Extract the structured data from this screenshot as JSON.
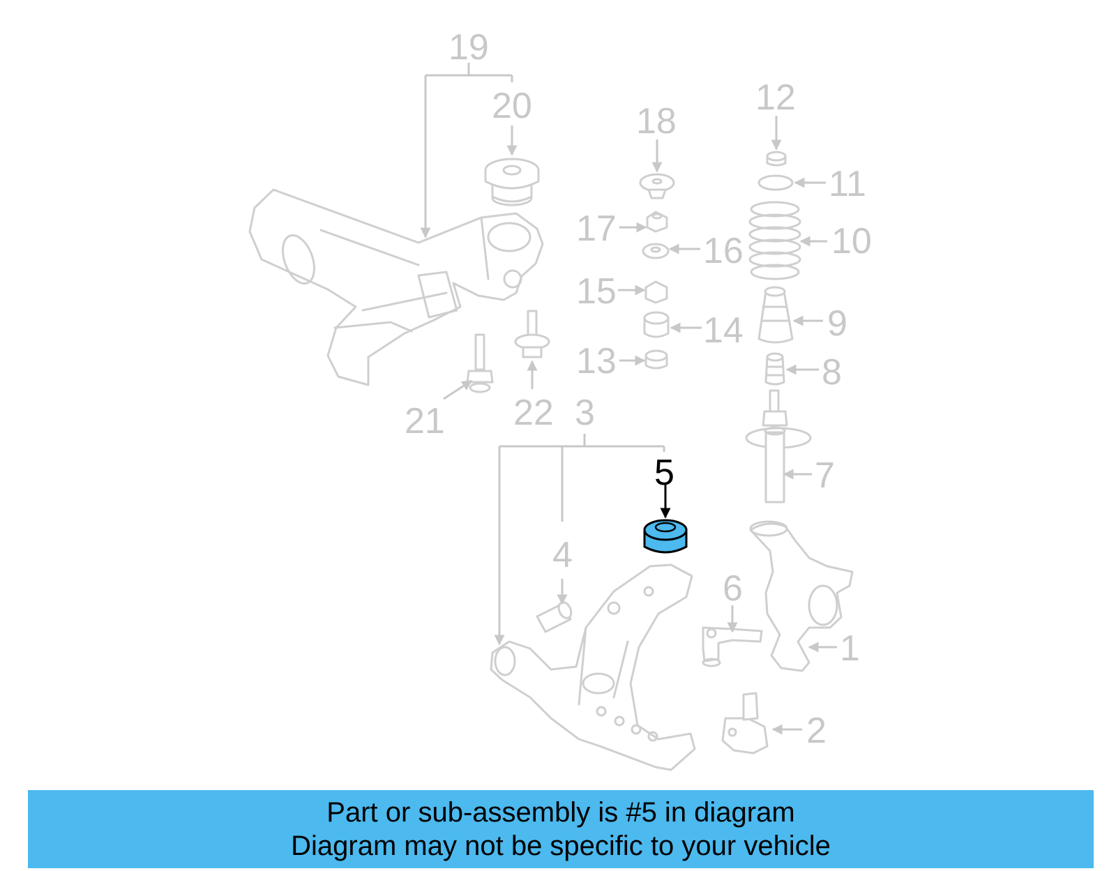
{
  "diagram": {
    "highlighted_part": "5",
    "highlight_color": "#4cb9ef",
    "label_color": "#c8c8c8",
    "callouts": [
      {
        "id": "c19",
        "label": "19"
      },
      {
        "id": "c20",
        "label": "20"
      },
      {
        "id": "c18",
        "label": "18"
      },
      {
        "id": "c12",
        "label": "12"
      },
      {
        "id": "c11",
        "label": "11"
      },
      {
        "id": "c10",
        "label": "10"
      },
      {
        "id": "c17",
        "label": "17"
      },
      {
        "id": "c16",
        "label": "16"
      },
      {
        "id": "c15",
        "label": "15"
      },
      {
        "id": "c14",
        "label": "14"
      },
      {
        "id": "c9",
        "label": "9"
      },
      {
        "id": "c13",
        "label": "13"
      },
      {
        "id": "c8",
        "label": "8"
      },
      {
        "id": "c21",
        "label": "21"
      },
      {
        "id": "c22",
        "label": "22"
      },
      {
        "id": "c3",
        "label": "3"
      },
      {
        "id": "c7",
        "label": "7"
      },
      {
        "id": "c5",
        "label": "5"
      },
      {
        "id": "c4",
        "label": "4"
      },
      {
        "id": "c6",
        "label": "6"
      },
      {
        "id": "c1",
        "label": "1"
      },
      {
        "id": "c2",
        "label": "2"
      }
    ]
  },
  "banner": {
    "line1": "Part or sub-assembly is #5 in diagram",
    "line2": "Diagram may not be specific to your vehicle",
    "background": "#4cb9ef"
  }
}
